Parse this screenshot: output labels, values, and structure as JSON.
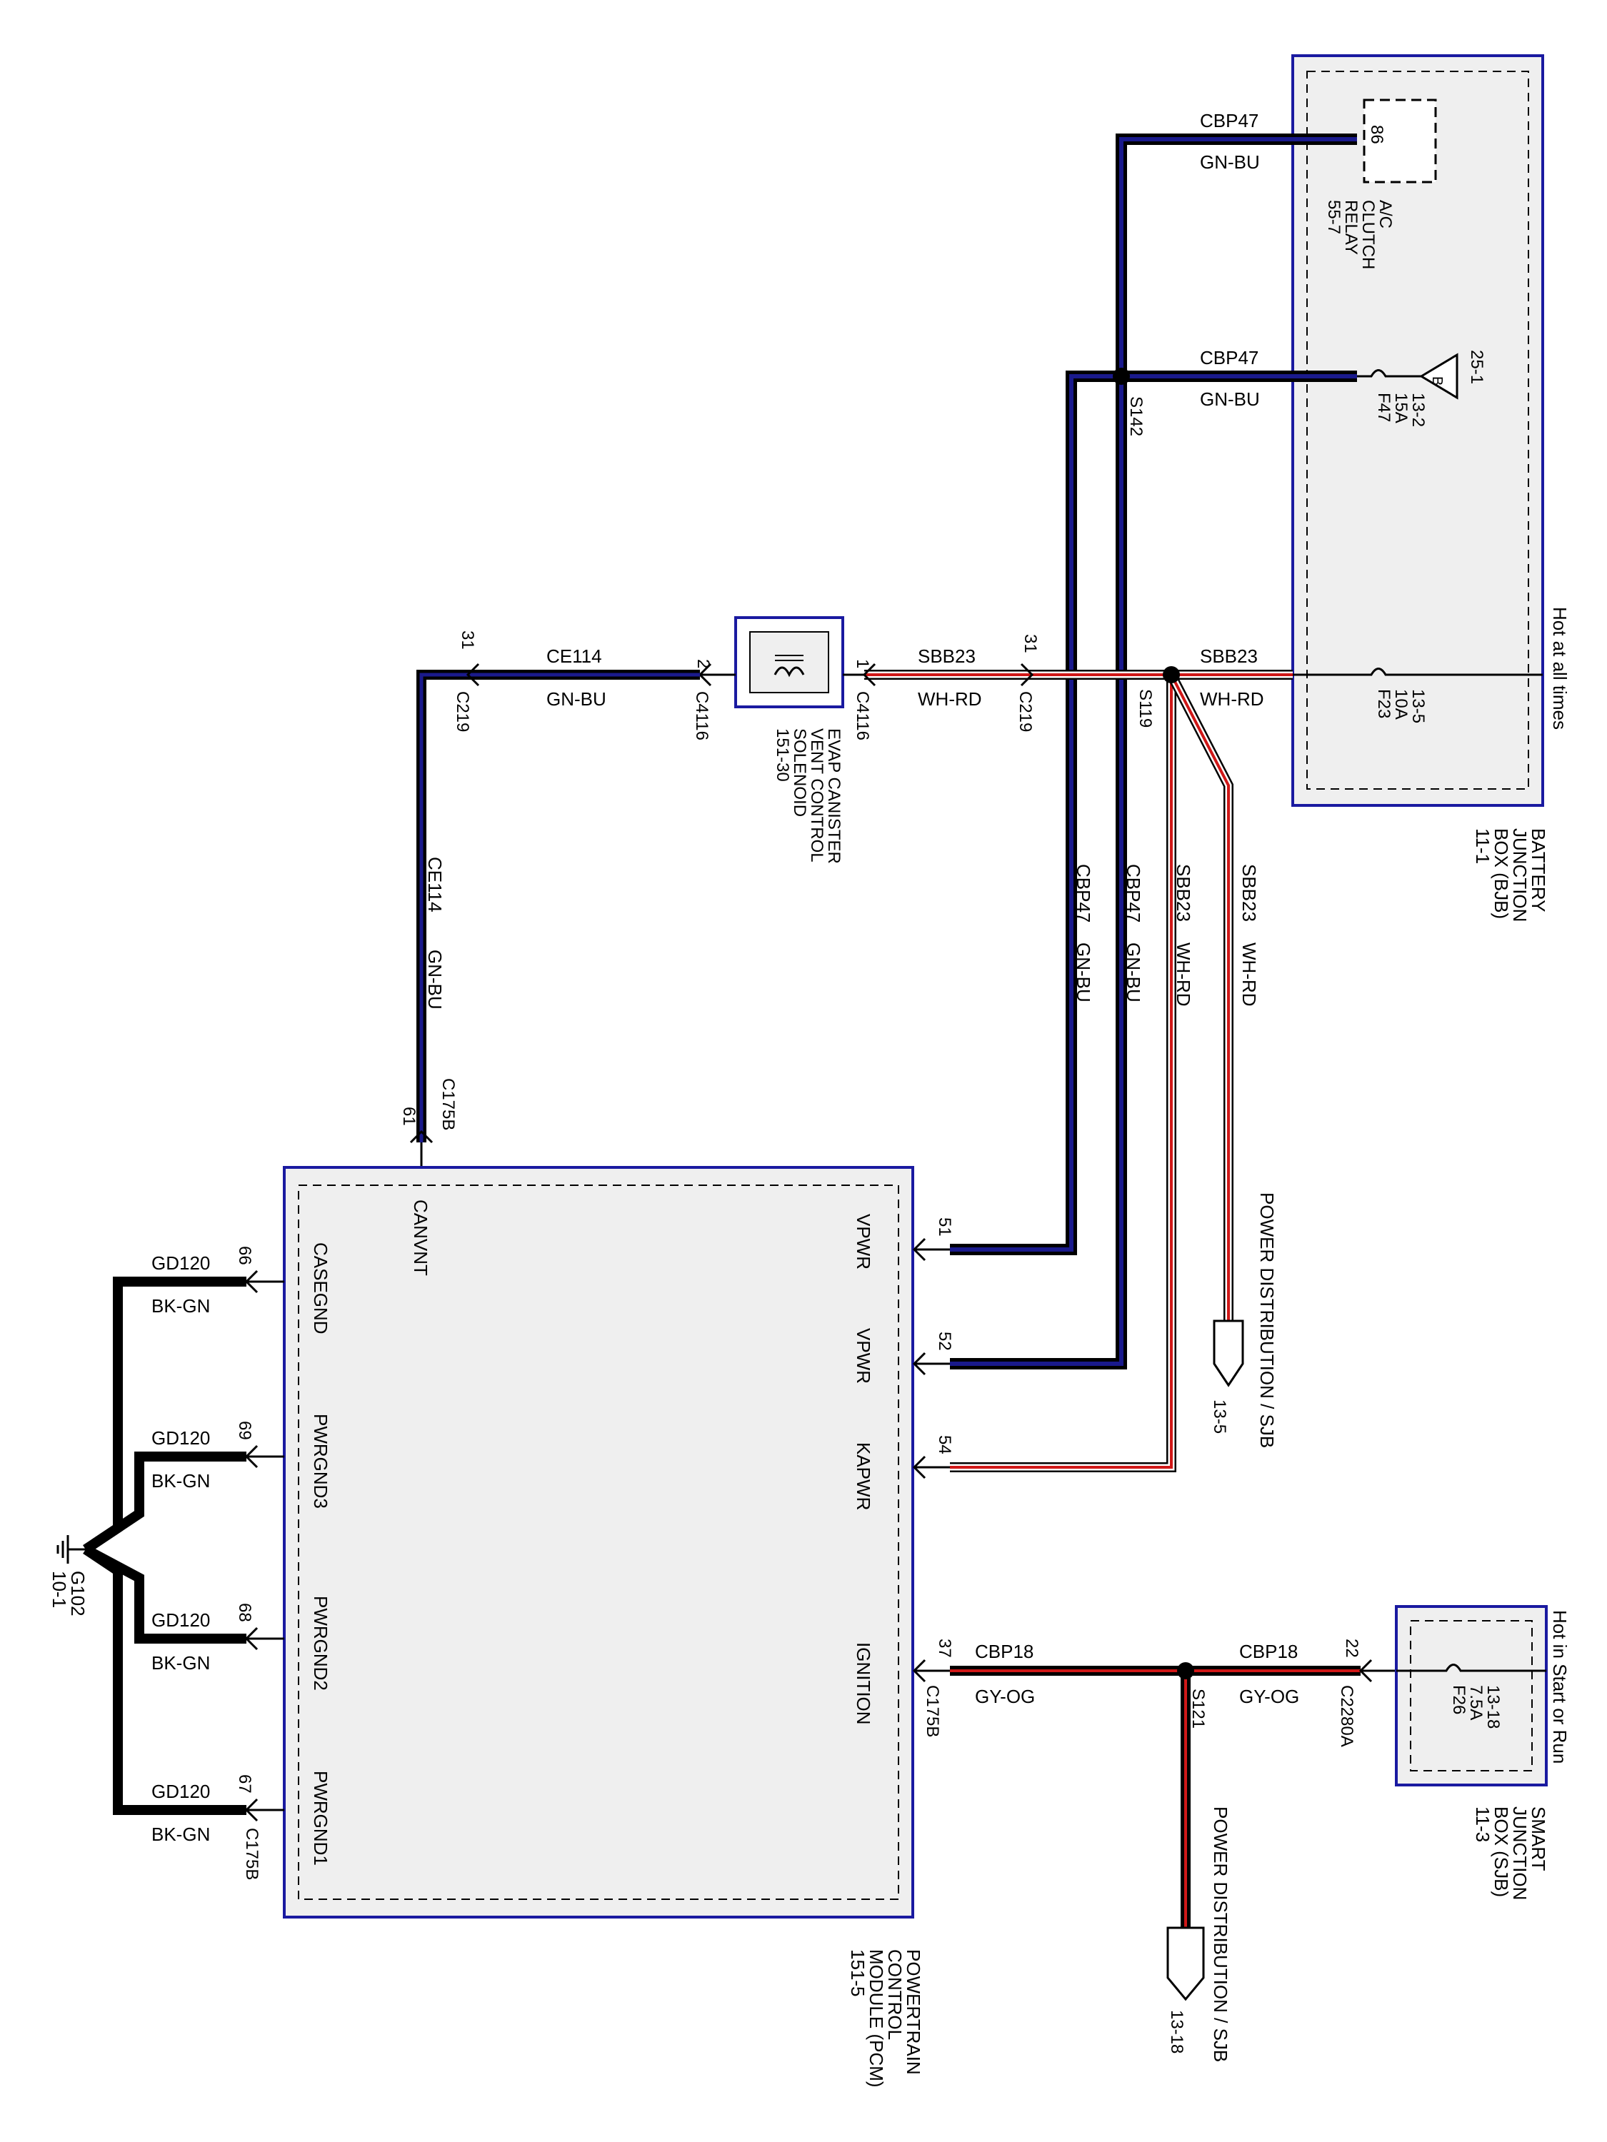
{
  "colors": {
    "wire_black": "#000000",
    "wire_blue": "#1a1a8c",
    "wire_red": "#d01818",
    "box_border": "#1a1aa0",
    "box_fill": "#efefef",
    "arrow_fill": "#ffffff"
  },
  "bjb": {
    "title_lines": [
      "BATTERY",
      "JUNCTION",
      "BOX (BJB)",
      "11-1"
    ],
    "hot_label": "Hot at all times",
    "relay": {
      "pin": "86",
      "lines": [
        "A/C",
        "CLUTCH",
        "RELAY",
        "55-7"
      ]
    },
    "fuse_f47": {
      "lines": [
        "F47",
        "15A",
        "13-2"
      ]
    },
    "ground_ref": {
      "letter": "B",
      "page": "25-1"
    },
    "fuse_f23": {
      "lines": [
        "F23",
        "10A",
        "13-5"
      ]
    }
  },
  "sjb": {
    "title_lines": [
      "SMART",
      "JUNCTION",
      "BOX (SJB)",
      "11-3"
    ],
    "hot_label": "Hot in Start or Run",
    "fuse_f26": {
      "lines": [
        "F26",
        "7.5A",
        "13-18"
      ]
    },
    "connector": "C2280A",
    "pin": "22"
  },
  "pcm": {
    "title_lines": [
      "POWERTRAIN",
      "CONTROL",
      "MODULE (PCM)",
      "151-5"
    ],
    "pins": {
      "canvnt": "CANVNT",
      "vpwr1": "VPWR",
      "vpwr2": "VPWR",
      "kapwr": "KAPWR",
      "ignition": "IGNITION",
      "casegnd": "CASEGND",
      "pwrgnd3": "PWRGND3",
      "pwrgnd2": "PWRGND2",
      "pwrgnd1": "PWRGND1"
    }
  },
  "evap": {
    "lines": [
      "EVAP CANISTER",
      "VENT CONTROL",
      "SOLENOID",
      "151-30"
    ]
  },
  "wires": {
    "cbp47": "CBP47",
    "gn_bu": "GN-BU",
    "sbb23": "SBB23",
    "wh_rd": "WH-RD",
    "ce114": "CE114",
    "cbp18": "CBP18",
    "gy_og": "GY-OG",
    "gd120": "GD120",
    "bk_gn": "BK-GN"
  },
  "splices": {
    "s142": "S142",
    "s119": "S119",
    "s121": "S121"
  },
  "connectors": {
    "c219": "C219",
    "c4116": "C4116",
    "c175b": "C175B"
  },
  "pin_numbers": {
    "c219_left": "31",
    "c219_right": "31",
    "c4116_left": "2",
    "c4116_right": "1",
    "p61": "61",
    "p51": "51",
    "p52": "52",
    "p54": "54",
    "p37": "37",
    "p66": "66",
    "p69": "69",
    "p68": "68",
    "p67": "67"
  },
  "ground": {
    "name": "G102",
    "page": "10-1"
  },
  "power_dist": {
    "label": "POWER DISTRIBUTION / SJB",
    "page_top": "13-5",
    "page_bottom": "13-18"
  }
}
